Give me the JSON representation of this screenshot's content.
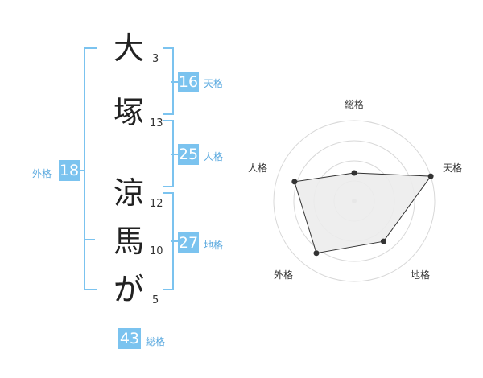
{
  "name": {
    "chars": [
      {
        "char": "大",
        "strokes": "3"
      },
      {
        "char": "塚",
        "strokes": "13"
      },
      {
        "char": "涼",
        "strokes": "12"
      },
      {
        "char": "馬",
        "strokes": "10"
      },
      {
        "char": "が",
        "strokes": "5"
      }
    ]
  },
  "kakaku": {
    "tenkaku": {
      "value": "16",
      "label": "天格"
    },
    "jinkaku": {
      "value": "25",
      "label": "人格"
    },
    "chikaku": {
      "value": "27",
      "label": "地格"
    },
    "gaikaku": {
      "value": "18",
      "label": "外格"
    },
    "soukaku": {
      "value": "43",
      "label": "総格"
    }
  },
  "chart_data": {
    "type": "radar",
    "axes": [
      "総格",
      "天格",
      "地格",
      "外格",
      "人格"
    ],
    "values": [
      0.35,
      1.0,
      0.62,
      0.8,
      0.78
    ],
    "rings": 4
  },
  "colors": {
    "accent": "#7bc3ef",
    "accent_text": "#5aa9df",
    "radar_fill": "#ececec",
    "radar_line": "#333333",
    "ring": "#d8d8d8"
  }
}
